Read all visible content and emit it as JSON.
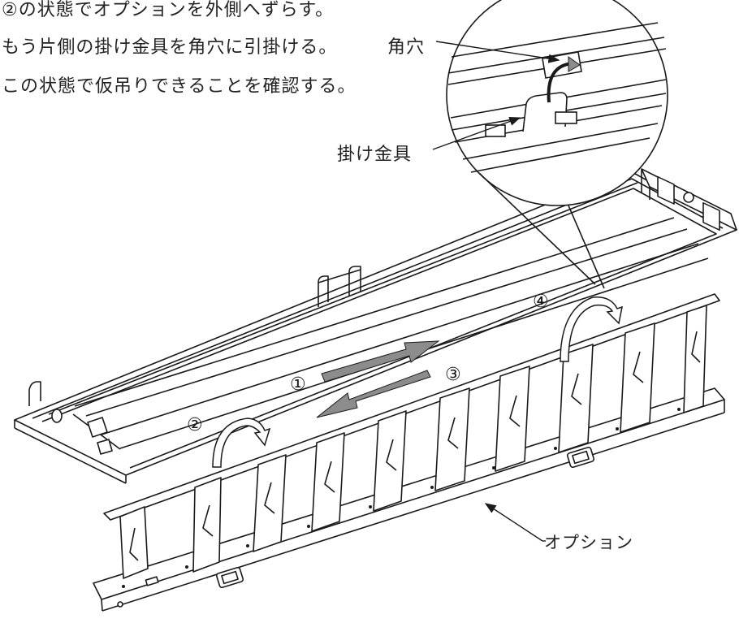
{
  "instructions": {
    "line1": "②の状態でオプションを外側へずらす。",
    "line2": "もう片側の掛け金具を角穴に引掛ける。",
    "line3": "この状態で仮吊りできることを確認する。"
  },
  "callouts": {
    "square_hole": "角穴",
    "hook_bracket": "掛け金具",
    "option": "オプション"
  },
  "steps": [
    "①",
    "②",
    "③",
    "④"
  ],
  "colors": {
    "line": "#1a1a1a",
    "arrow_fill": "#8c8c8c",
    "background": "#ffffff"
  }
}
